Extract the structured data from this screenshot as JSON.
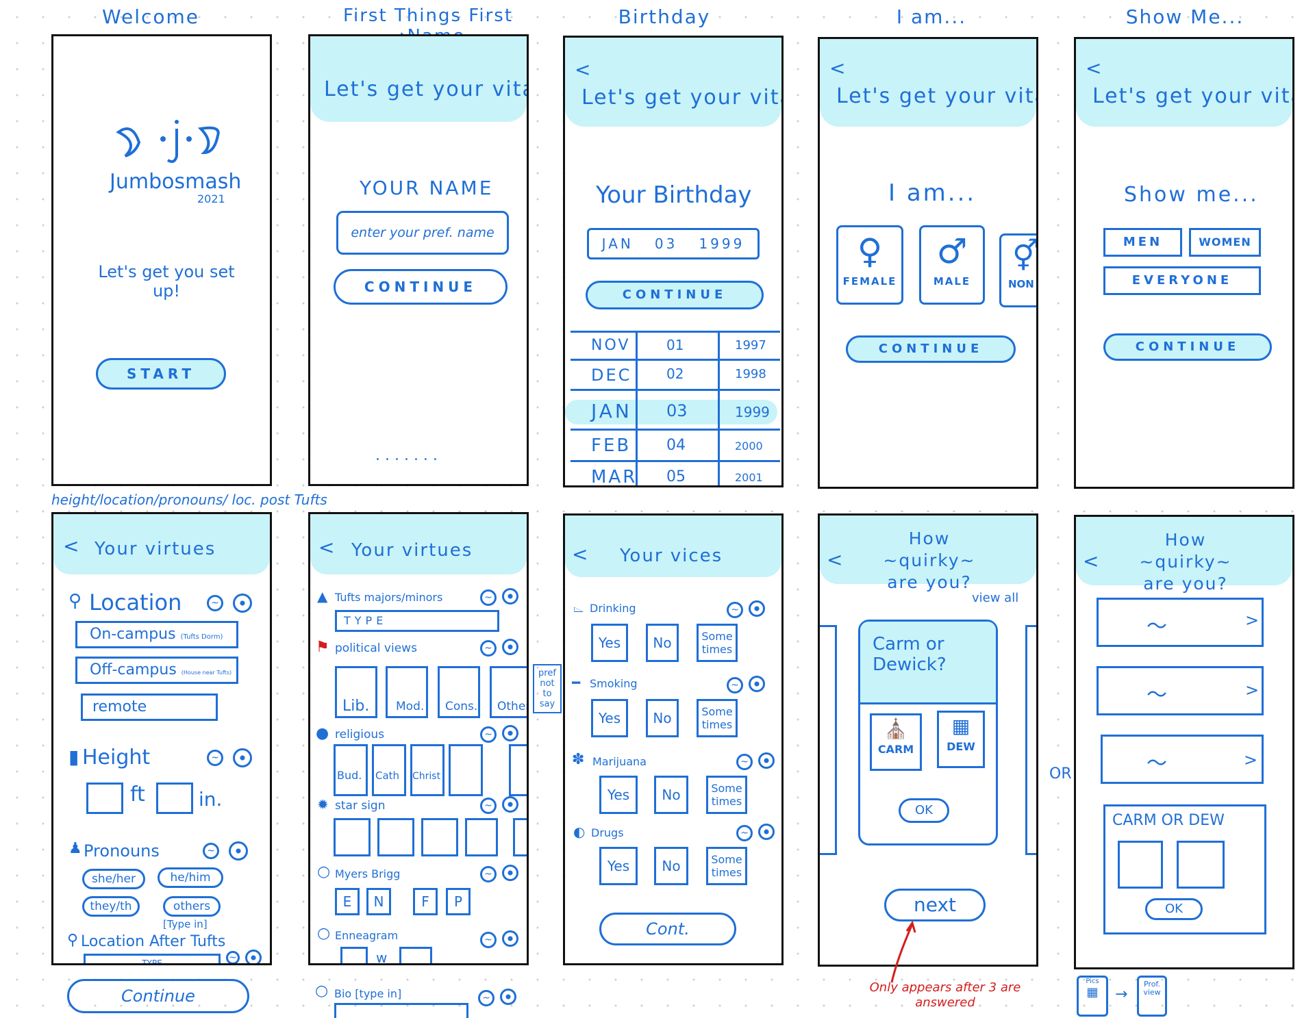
{
  "columns": [
    "Welcome",
    "First Things First →Name",
    "Birthday",
    "I am...",
    "Show Me..."
  ],
  "top_left_note": "height/location/pronouns/ loc. post Tufts",
  "welcome": {
    "app_name": "Jumbosmash",
    "year": "2021",
    "subtitle": "Let's get you set up!",
    "start": "START"
  },
  "vitals_title": "Let's get your vitals",
  "name_screen": {
    "label": "YOUR NAME",
    "placeholder": "enter your pref. name",
    "continue": "CONTINUE",
    "dots": ". . . . . . ."
  },
  "birthday_screen": {
    "label": "Your Birthday",
    "value_month": "JAN",
    "value_day": "03",
    "value_year": "1999",
    "continue": "CONTINUE",
    "picker": [
      [
        "NOV",
        "01",
        "1997"
      ],
      [
        "DEC",
        "02",
        "1998"
      ],
      [
        "JAN",
        "03",
        "1999"
      ],
      [
        "FEB",
        "04",
        "2000"
      ],
      [
        "MAR",
        "05",
        "2001"
      ]
    ]
  },
  "iam_screen": {
    "label": "I am...",
    "options": [
      "FEMALE",
      "MALE",
      "NON"
    ],
    "continue": "CONTINUE"
  },
  "show_screen": {
    "label": "Show me...",
    "options": [
      "MEN",
      "WOMEN",
      "EVERYONE"
    ],
    "continue": "CONTINUE"
  },
  "virtues1": {
    "title": "Your virtues",
    "location": "Location",
    "loc_options": [
      "On-campus",
      "Off-campus",
      "remote"
    ],
    "loc_notes": [
      "(Tufts Dorm)",
      "(House near Tufts)"
    ],
    "height": "Height",
    "ft": "ft",
    "in": "in.",
    "pronouns": "Pronouns",
    "pronoun_options": [
      "she/her",
      "he/him",
      "they/th",
      "others"
    ],
    "type_in": "[Type in]",
    "after_tufts": "Location After Tufts",
    "type": "TYPE",
    "continue": "Continue"
  },
  "virtues2": {
    "title": "Your virtues",
    "majors": "Tufts majors/minors",
    "type": "TYPE",
    "political": "political views",
    "political_options": [
      "Lib.",
      "Mod.",
      "Cons.",
      "Other"
    ],
    "pref_note": "pref not to say",
    "religious": "religious",
    "religious_options": [
      "Bud.",
      "Cath",
      "Christ"
    ],
    "star": "star sign",
    "myers": "Myers Brigg",
    "mbti": [
      "E",
      "N",
      "F",
      "P"
    ],
    "enneagram": "Enneagram",
    "w": "w",
    "bio": "Bio [type in]"
  },
  "vices": {
    "title": "Your vices",
    "items": [
      "Drinking",
      "Smoking",
      "Marijuana",
      "Drugs"
    ],
    "answers": [
      "Yes",
      "No",
      "Some times"
    ],
    "continue": "Cont."
  },
  "quirky1": {
    "title": "How ~quirky~ are you?",
    "view_all": "view all",
    "question": "Carm or Dewick?",
    "choices": [
      "CARM",
      "DEW"
    ],
    "ok": "OK",
    "next": "next"
  },
  "or_label": "OR",
  "quirky2": {
    "title": "How ~quirky~ are you?",
    "card_title": "CARM OR DEW",
    "ok": "OK"
  },
  "annotation": "Only appears after 3 are answered",
  "footer_flow": {
    "pics": "Pics",
    "prof_view": "Prof. view",
    "arrow": "→"
  }
}
